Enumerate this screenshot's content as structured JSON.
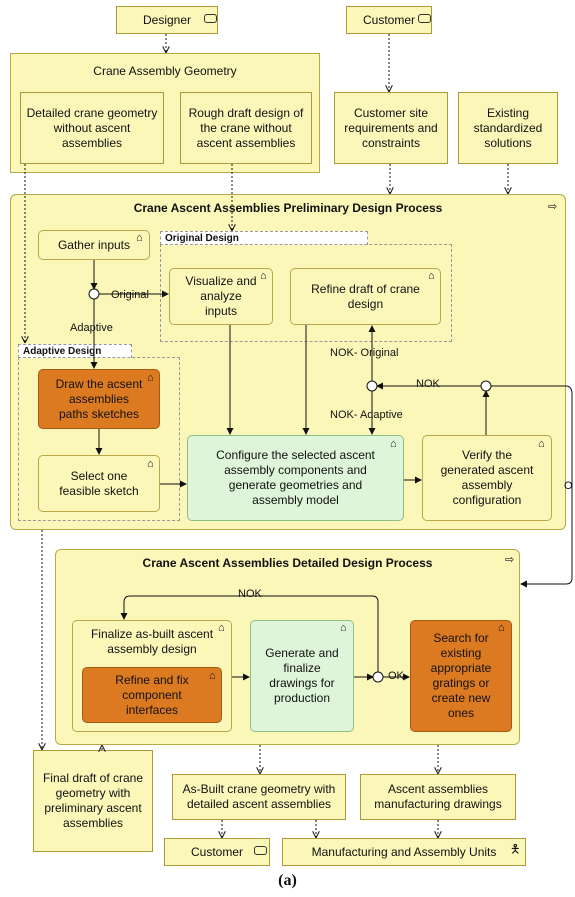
{
  "top": {
    "designer": "Designer",
    "customer": "Customer"
  },
  "geometry_group": {
    "title": "Crane Assembly Geometry",
    "detailed": "Detailed crane geometry\nwithout ascent\nassemblies",
    "rough": "Rough draft design of\nthe crane without\nascent assemblies"
  },
  "customer_reqs": "Customer site\nrequirements and\nconstraints",
  "existing": "Existing\nstandardized\nsolutions",
  "preliminary": {
    "title": "Crane Ascent Assemblies Preliminary Design Process",
    "gather": "Gather inputs",
    "original_design": "Original Design",
    "adaptive_design": "Adaptive Design",
    "visualize": "Visualize and\nanalyze\ninputs",
    "refine": "Refine draft of crane\ndesign",
    "draw": "Draw the acsent\nassemblies\npaths sketches",
    "select": "Select one\nfeasible sketch",
    "configure": "Configure the selected ascent\nassembly components and\ngenerate geometries and\nassembly model",
    "verify": "Verify the\ngenerated ascent\nassembly\nconfiguration",
    "lbl_original": "Original",
    "lbl_adaptive": "Adaptive",
    "lbl_nok_original": "NOK- Original",
    "lbl_nok_adaptive": "NOK- Adaptive",
    "lbl_nok": "NOK",
    "lbl_o": "O"
  },
  "detailed": {
    "title": "Crane Ascent Assemblies Detailed Design Process",
    "finalize": "Finalize as-built ascent\nassembly design",
    "refine_fix": "Refine and fix\ncomponent\ninterfaces",
    "generate": "Generate and\nfinalize\ndrawings for\nproduction",
    "search": "Search for\nexisting\nappropriate\ngratings or\ncreate new\nones",
    "lbl_nok": "NOK",
    "lbl_ok": "OK"
  },
  "outputs": {
    "final_draft": "Final draft of crane\ngeometry with\npreliminary ascent\nassemblies",
    "as_built": "As-Built crane geometry with\ndetailed ascent assemblies",
    "drawings": "Ascent assemblies\nmanufacturing drawings",
    "customer": "Customer",
    "manufacturing": "Manufacturing and Assembly Units"
  },
  "caption": "(a)",
  "colors": {
    "yellow": "#fbf7b9",
    "orange": "#dc7a22",
    "green": "#dff5d9"
  }
}
